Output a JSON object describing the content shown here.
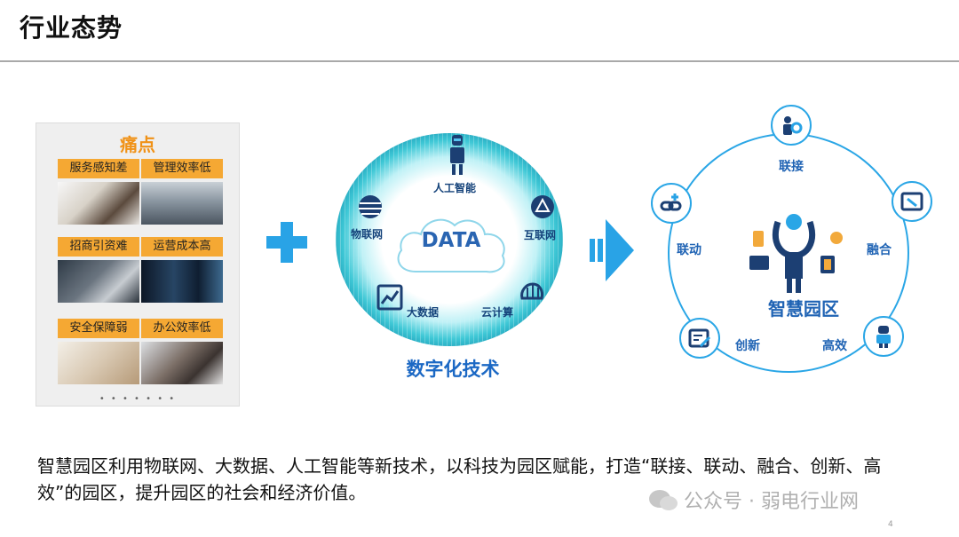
{
  "page_title": "行业态势",
  "pain_points": {
    "title": "痛点",
    "items": [
      {
        "label": "服务感知差"
      },
      {
        "label": "管理效率低"
      },
      {
        "label": "招商引资难"
      },
      {
        "label": "运营成本高"
      },
      {
        "label": "安全保障弱"
      },
      {
        "label": "办公效率低"
      }
    ],
    "pagination": "• • • • • • •"
  },
  "digital_tech": {
    "center": "DATA",
    "items": [
      {
        "label": "人工智能",
        "icon": "robot-icon"
      },
      {
        "label": "物联网",
        "icon": "globe-icon"
      },
      {
        "label": "互联网",
        "icon": "network-globe-icon"
      },
      {
        "label": "大数据",
        "icon": "chart-icon"
      },
      {
        "label": "云计算",
        "icon": "cloud-shell-icon"
      }
    ],
    "caption": "数字化技术"
  },
  "smart_park": {
    "title": "智慧园区",
    "nodes": [
      {
        "label": "联接",
        "icon": "gear-person-icon"
      },
      {
        "label": "联动",
        "icon": "link-icon"
      },
      {
        "label": "融合",
        "icon": "screen-icon"
      },
      {
        "label": "创新",
        "icon": "document-edit-icon"
      },
      {
        "label": "高效",
        "icon": "robot-icon"
      }
    ]
  },
  "body_text": "智慧园区利用物联网、大数据、人工智能等新技术，以科技为园区赋能，打造“联接、联动、融合、创新、高效”的园区，提升园区的社会和经济价值。",
  "watermark": "公众号 · 弱电行业网",
  "page_number": "4",
  "colors": {
    "accent_blue": "#29a3e6",
    "pain_orange": "#f5a833",
    "title_orange": "#f09217",
    "text_blue": "#1f63b4"
  }
}
